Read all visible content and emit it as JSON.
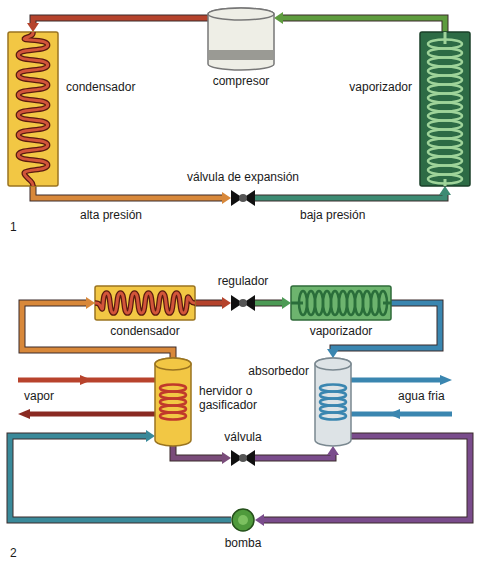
{
  "diagram": {
    "nodes": [
      {
        "text": [
          "condensador"
        ]
      },
      {
        "text": [
          "compresor"
        ]
      },
      {
        "text": [
          "vaporizador"
        ]
      },
      {
        "text": [
          "válvula de expansión"
        ]
      },
      {
        "text": [
          "condensador"
        ]
      },
      {
        "text": [
          "regulador"
        ]
      },
      {
        "text": [
          "vaporizador"
        ]
      },
      {
        "text": [
          "hervidor o gasificador"
        ]
      },
      {
        "text": [
          "absorbedor"
        ]
      },
      {
        "text": [
          "válvula"
        ]
      },
      {
        "text": [
          "bomba"
        ]
      }
    ],
    "edges": [
      {
        "from": 1,
        "to": 0,
        "arrow": "to"
      },
      {
        "from": 0,
        "to": 3,
        "arrow": "to"
      },
      {
        "from": 3,
        "to": 2,
        "arrow": "to"
      },
      {
        "from": 2,
        "to": 1,
        "arrow": "to"
      },
      {
        "from": 4,
        "to": 5,
        "arrow": "to"
      },
      {
        "from": 5,
        "to": 6,
        "arrow": "to"
      },
      {
        "from": 6,
        "to": 8,
        "arrow": "to"
      },
      {
        "from": 8,
        "to": 10,
        "arrow": "to"
      },
      {
        "from": 10,
        "to": 7,
        "arrow": "to"
      },
      {
        "from": 7,
        "to": 4,
        "arrow": "to"
      },
      {
        "from": 7,
        "to": 9,
        "arrow": "to"
      },
      {
        "from": 9,
        "to": 8,
        "arrow": "to"
      }
    ],
    "labels": [
      "alta presión",
      "baja presión",
      "1",
      "vapor",
      "agua fria",
      "2"
    ]
  }
}
